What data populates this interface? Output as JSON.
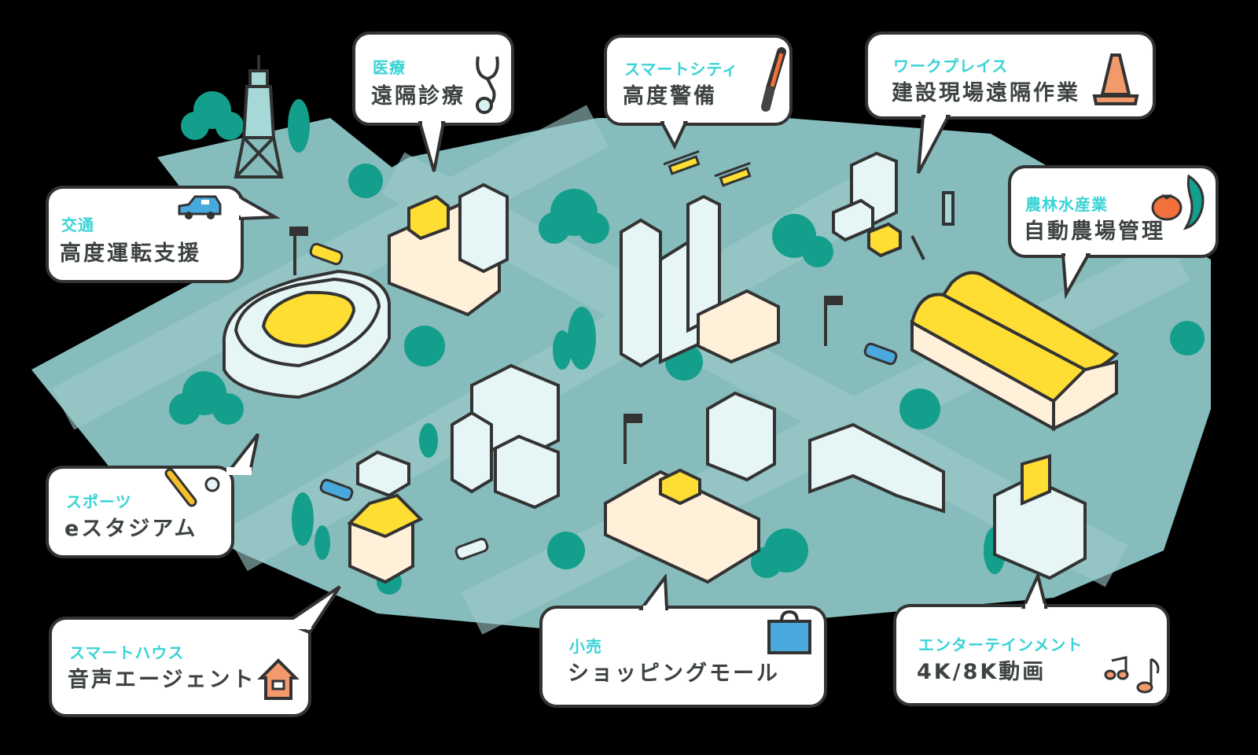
{
  "colors": {
    "background": "#000000",
    "road": "#86bcbc",
    "tree": "#149e8c",
    "building_light": "#e6f5f5",
    "building_cream": "#fff0da",
    "accent_yellow": "#ffde33",
    "outline": "#333333",
    "category_text": "#3ad3d6",
    "title_text": "#3d4242",
    "car_blue": "#4aa9dc",
    "orange": "#f39a6c"
  },
  "callouts": [
    {
      "id": "transport",
      "category": "交通",
      "title": "高度運転支援",
      "icon": "car-icon"
    },
    {
      "id": "medical",
      "category": "医療",
      "title": "遠隔診療",
      "icon": "stethoscope-icon"
    },
    {
      "id": "smart-city",
      "category": "スマートシティ",
      "title": "高度警備",
      "icon": "baton-icon"
    },
    {
      "id": "workplace",
      "category": "ワークプレイス",
      "title": "建設現場遠隔作業",
      "icon": "traffic-cone-icon"
    },
    {
      "id": "agriculture",
      "category": "農林水産業",
      "title": "自動農場管理",
      "icon": "vegetables-icon"
    },
    {
      "id": "sports",
      "category": "スポーツ",
      "title": "eスタジアム",
      "icon": "baseball-bat-icon"
    },
    {
      "id": "smart-house",
      "category": "スマートハウス",
      "title": "音声エージェント",
      "icon": "house-icon"
    },
    {
      "id": "retail",
      "category": "小売",
      "title": "ショッピングモール",
      "icon": "shopping-bag-icon"
    },
    {
      "id": "entertainment",
      "category": "エンターテインメント",
      "title": "4K/8K動画",
      "icon": "music-notes-icon"
    }
  ],
  "map": {
    "landmarks": [
      "radio-tower",
      "stadium",
      "hospital",
      "office-towers",
      "drones",
      "construction-site",
      "greenhouse",
      "shopping-mall",
      "house",
      "theater",
      "cars",
      "traffic-lights"
    ]
  }
}
